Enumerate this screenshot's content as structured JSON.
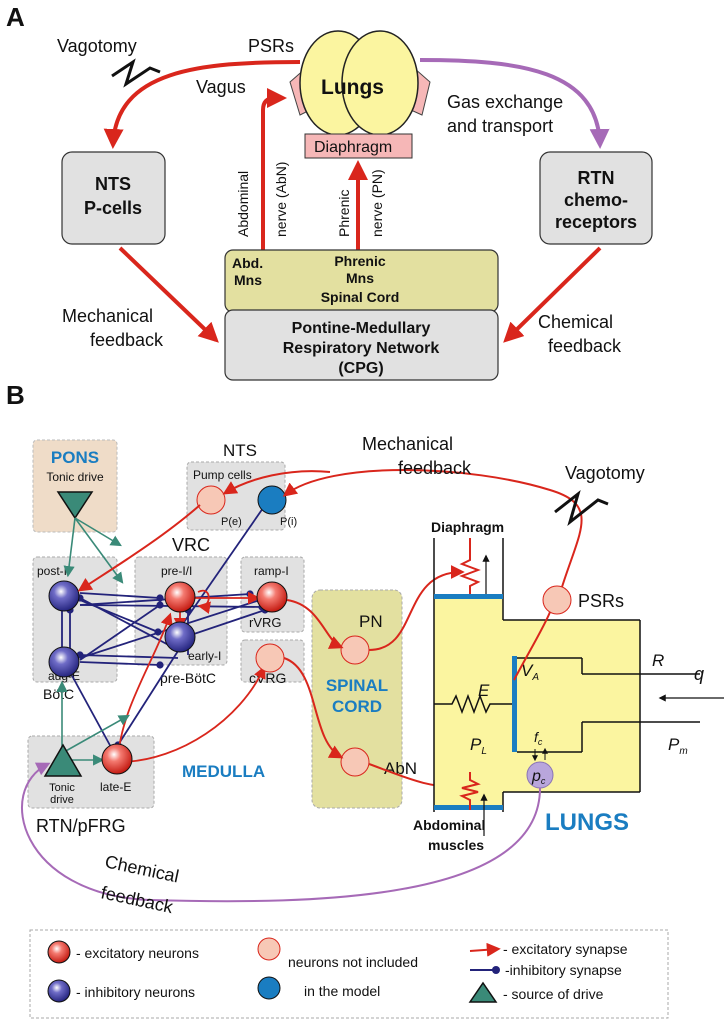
{
  "panel_a": {
    "letter": "A",
    "vagotomy": "Vagotomy",
    "psrs": "PSRs",
    "vagus": "Vagus",
    "lungs": "Lungs",
    "gas_exchange_line1": "Gas exchange",
    "gas_exchange_line2": "and transport",
    "diaphragm": "Diaphragm",
    "nts_line1": "NTS",
    "nts_line2": "P-cells",
    "rtn_line1": "RTN",
    "rtn_line2": "chemo-",
    "rtn_line3": "receptors",
    "abd_nerve_line1": "Abdominal",
    "abd_nerve_line2": "nerve (AbN)",
    "phrenic_nerve_line1": "Phrenic",
    "phrenic_nerve_line2": "nerve (PN)",
    "abd_mns_line1": "Abd.",
    "abd_mns_line2": "Mns",
    "phrenic_mns_line1": "Phrenic",
    "phrenic_mns_line2": "Mns",
    "spinal_cord": "Spinal Cord",
    "mech_feedback_line1": "Mechanical",
    "mech_feedback_line2": "feedback",
    "chem_feedback_line1": "Chemical",
    "chem_feedback_line2": "feedback",
    "cpg_line1": "Pontine-Medullary",
    "cpg_line2": "Respiratory Network",
    "cpg_line3": "(CPG)"
  },
  "panel_b": {
    "letter": "B",
    "pons": "PONS",
    "tonic_drive": "Tonic drive",
    "nts": "NTS",
    "pump_cells": "Pump cells",
    "pe": "P(e)",
    "pi": "P(i)",
    "mech_feedback_line1": "Mechanical",
    "mech_feedback_line2": "feedback",
    "vagotomy": "Vagotomy",
    "vrc": "VRC",
    "post_i": "post-I",
    "pre_i": "pre-I/I",
    "ramp_i": "ramp-I",
    "aug_e": "aug-E",
    "early_i": "early-I",
    "rvrg": "rVRG",
    "botc": "BötC",
    "pre_botc": "pre-BötC",
    "cvrg": "cVRG",
    "pn": "PN",
    "spinal_line1": "SPINAL",
    "spinal_line2": "CORD",
    "medulla": "MEDULLA",
    "abn": "AbN",
    "tonic_drive_2_line1": "Tonic",
    "tonic_drive_2_line2": "drive",
    "late_e": "late-E",
    "rtn_pfrg": "RTN/pFRG",
    "diaphragm": "Diaphragm",
    "psrs": "PSRs",
    "lungs": "LUNGS",
    "abd_muscles_line1": "Abdominal",
    "abd_muscles_line2": "muscles",
    "e_label": "E",
    "pl_label": "P",
    "pl_sub": "L",
    "va_label": "V",
    "va_sub": "A",
    "r_label": "R",
    "q_label": "q",
    "pm_label": "P",
    "pm_sub": "m",
    "fc_label": "f",
    "fc_sub": "c",
    "pc_label": "p",
    "pc_sub": "c",
    "chem_feedback_line1": "Chemical",
    "chem_feedback_line2": "feedback"
  },
  "legend": {
    "excitatory_neurons": "- excitatory neurons",
    "inhibitory_neurons": "- inhibitory neurons",
    "not_included_line1": "neurons not included",
    "not_included_line2": "in the model",
    "excitatory_synapse": "- excitatory synapse",
    "inhibitory_synapse": "-inhibitory synapse",
    "source_of_drive": "- source of drive"
  },
  "colors": {
    "red": "#d9261c",
    "purple": "#a66ab7",
    "navy": "#23237a",
    "teal": "#3a8a78",
    "yellow": "#fbf5a0",
    "olive": "#e3e0a0",
    "gray_box": "#e1e1e1",
    "blue_text": "#1a7dc1"
  }
}
